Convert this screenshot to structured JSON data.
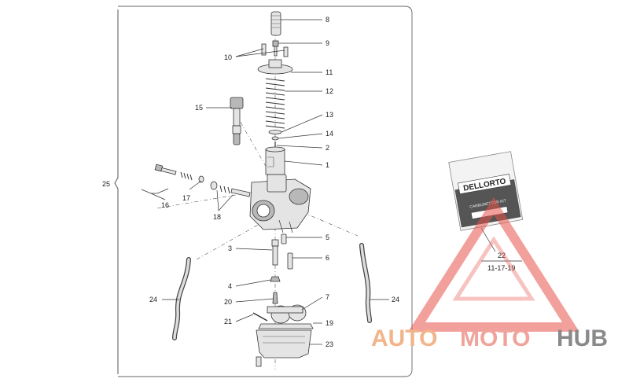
{
  "diagram": {
    "group_label": "25",
    "callouts": [
      {
        "id": "c8",
        "text": "8"
      },
      {
        "id": "c9",
        "text": "9"
      },
      {
        "id": "c10",
        "text": "10"
      },
      {
        "id": "c11",
        "text": "11"
      },
      {
        "id": "c12",
        "text": "12"
      },
      {
        "id": "c13",
        "text": "13"
      },
      {
        "id": "c14",
        "text": "14"
      },
      {
        "id": "c2",
        "text": "2"
      },
      {
        "id": "c1",
        "text": "1"
      },
      {
        "id": "c15",
        "text": "15"
      },
      {
        "id": "c16",
        "text": "16"
      },
      {
        "id": "c17",
        "text": "17"
      },
      {
        "id": "c18",
        "text": "18"
      },
      {
        "id": "c5",
        "text": "5"
      },
      {
        "id": "c3",
        "text": "3"
      },
      {
        "id": "c6",
        "text": "6"
      },
      {
        "id": "c4",
        "text": "4"
      },
      {
        "id": "c7",
        "text": "7"
      },
      {
        "id": "c20",
        "text": "20"
      },
      {
        "id": "c24a",
        "text": "24"
      },
      {
        "id": "c24b",
        "text": "24"
      },
      {
        "id": "c21",
        "text": "21"
      },
      {
        "id": "c19",
        "text": "19"
      },
      {
        "id": "c23",
        "text": "23"
      }
    ],
    "kit": {
      "callout": "22",
      "sizes": "11-17-19",
      "brand": "DELLORTO",
      "package_text": "CARBURETTOR KIT"
    }
  },
  "watermark": {
    "part1": "AUTO",
    "part2": "MOTO",
    "part3": "HUB",
    "colors": {
      "triangle": "#e8524a",
      "auto": "#f2b48a",
      "moto": "#f0a39a",
      "hub": "#8a8a8a"
    }
  }
}
